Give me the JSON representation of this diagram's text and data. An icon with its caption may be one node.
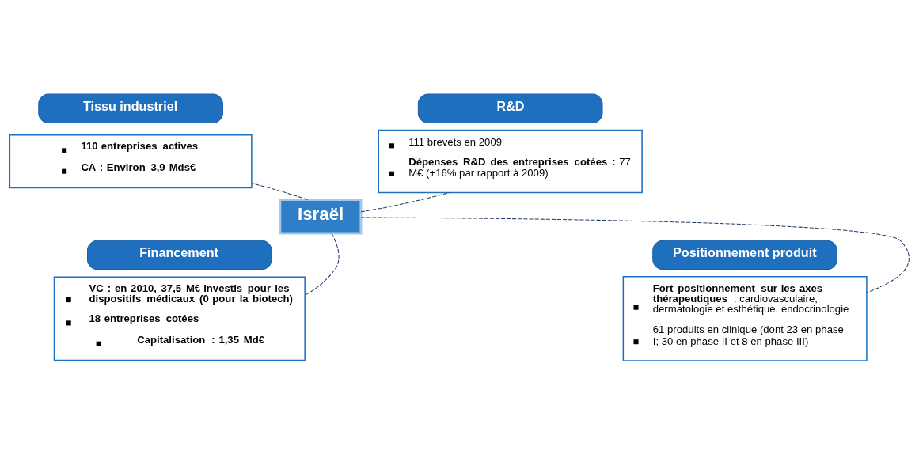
{
  "diagram": {
    "nodes": [
      {
        "text": [
          "Israël"
        ]
      },
      {
        "text": [
          "Tissu industriel"
        ]
      },
      {
        "text": [
          "110 entreprises actives",
          "CA : Environ 3,9 Mds€"
        ]
      },
      {
        "text": [
          "R&D"
        ]
      },
      {
        "text": [
          "111 brevets en 2009",
          "**Dépenses R&D des entreprises cotées :** 77 M€ (+16% par rapport à 2009)"
        ]
      },
      {
        "text": [
          "Financement"
        ]
      },
      {
        "text": [
          "VC : en 2010, 37,5 M€ investis pour les dispositifs médicaux (0 pour la biotech)",
          "18 entreprises cotées",
          "Capitalisation : 1,35 Md€"
        ]
      },
      {
        "text": [
          "Positionnement produit"
        ]
      },
      {
        "text": [
          "**Fort positionnement sur les axes thérapeutiques** : cardiovasculaire, dermatologie et esthétique, endocrinologie",
          "61 produits en clinique (dont 23 en phase I; 30 en phase II et 8 en phase III)"
        ]
      }
    ],
    "edges": [
      {
        "from": 0,
        "to": 2,
        "arrow": "none",
        "style": "dashed"
      },
      {
        "from": 0,
        "to": 4,
        "arrow": "none",
        "style": "dashed"
      },
      {
        "from": 0,
        "to": 6,
        "arrow": "none",
        "style": "dashed"
      },
      {
        "from": 0,
        "to": 8,
        "arrow": "none",
        "style": "dashed"
      }
    ]
  }
}
